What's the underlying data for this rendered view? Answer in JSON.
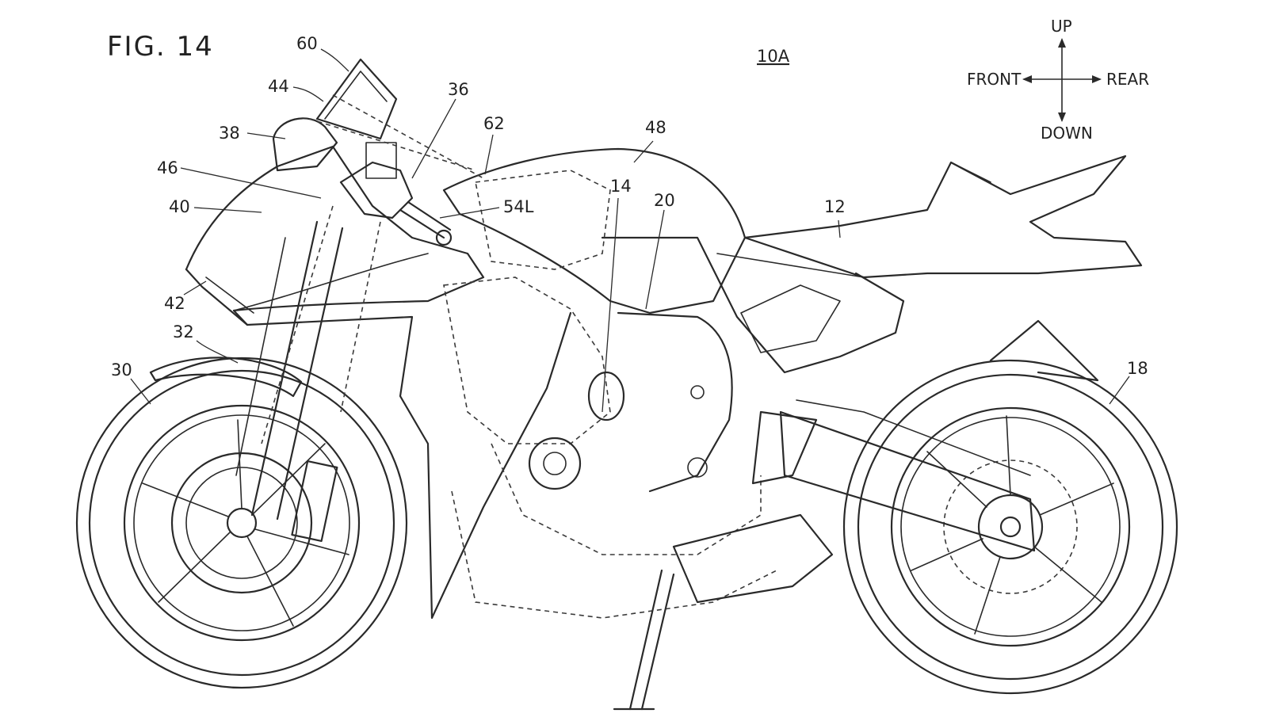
{
  "figure": {
    "title": "FIG. 14",
    "assembly_ref": "10A"
  },
  "orientation": {
    "up": "UP",
    "down": "DOWN",
    "front": "FRONT",
    "rear": "REAR"
  },
  "reference_numerals": {
    "r60": "60",
    "r44": "44",
    "r36": "36",
    "r62": "62",
    "r38": "38",
    "r48": "48",
    "r46": "46",
    "r14": "14",
    "r20": "20",
    "r54L": "54L",
    "r40": "40",
    "r12": "12",
    "r42": "42",
    "r32": "32",
    "r30": "30",
    "r18": "18"
  }
}
